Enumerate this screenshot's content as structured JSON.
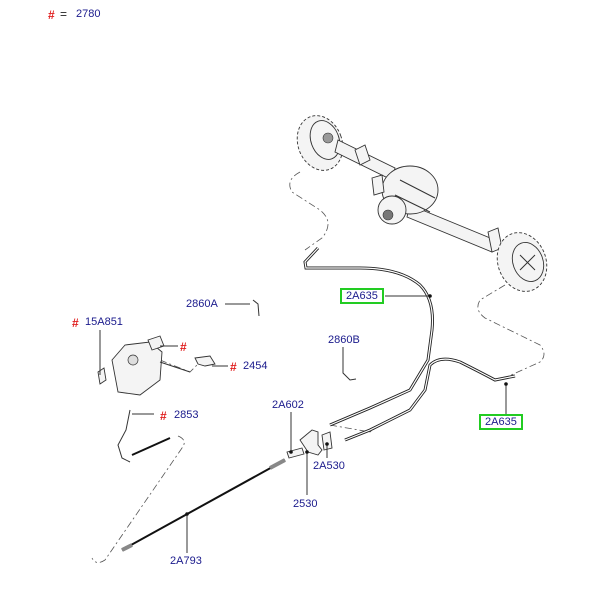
{
  "legend": {
    "symbol": "#",
    "equals": "=",
    "value": "2780"
  },
  "callouts": {
    "c2A635_upper": {
      "label": "2A635",
      "highlighted": true
    },
    "c2A635_lower": {
      "label": "2A635",
      "highlighted": true
    },
    "c2860A": {
      "label": "2860A",
      "marked": false
    },
    "c2860B": {
      "label": "2860B",
      "marked": false
    },
    "c15A851": {
      "label": "15A851",
      "marked": true
    },
    "c_unlabeled": {
      "label": "",
      "marked": true
    },
    "c2454": {
      "label": "2454",
      "marked": true
    },
    "c2853": {
      "label": "2853",
      "marked": true
    },
    "c2A602": {
      "label": "2A602",
      "marked": false
    },
    "c2A530": {
      "label": "2A530",
      "marked": false
    },
    "c2530": {
      "label": "2530",
      "marked": false
    },
    "c2A793": {
      "label": "2A793",
      "marked": false
    }
  },
  "marker_symbol": "#",
  "colors": {
    "label": "#1a1a8c",
    "marker": "#e02020",
    "highlight_border": "#22cc22"
  }
}
